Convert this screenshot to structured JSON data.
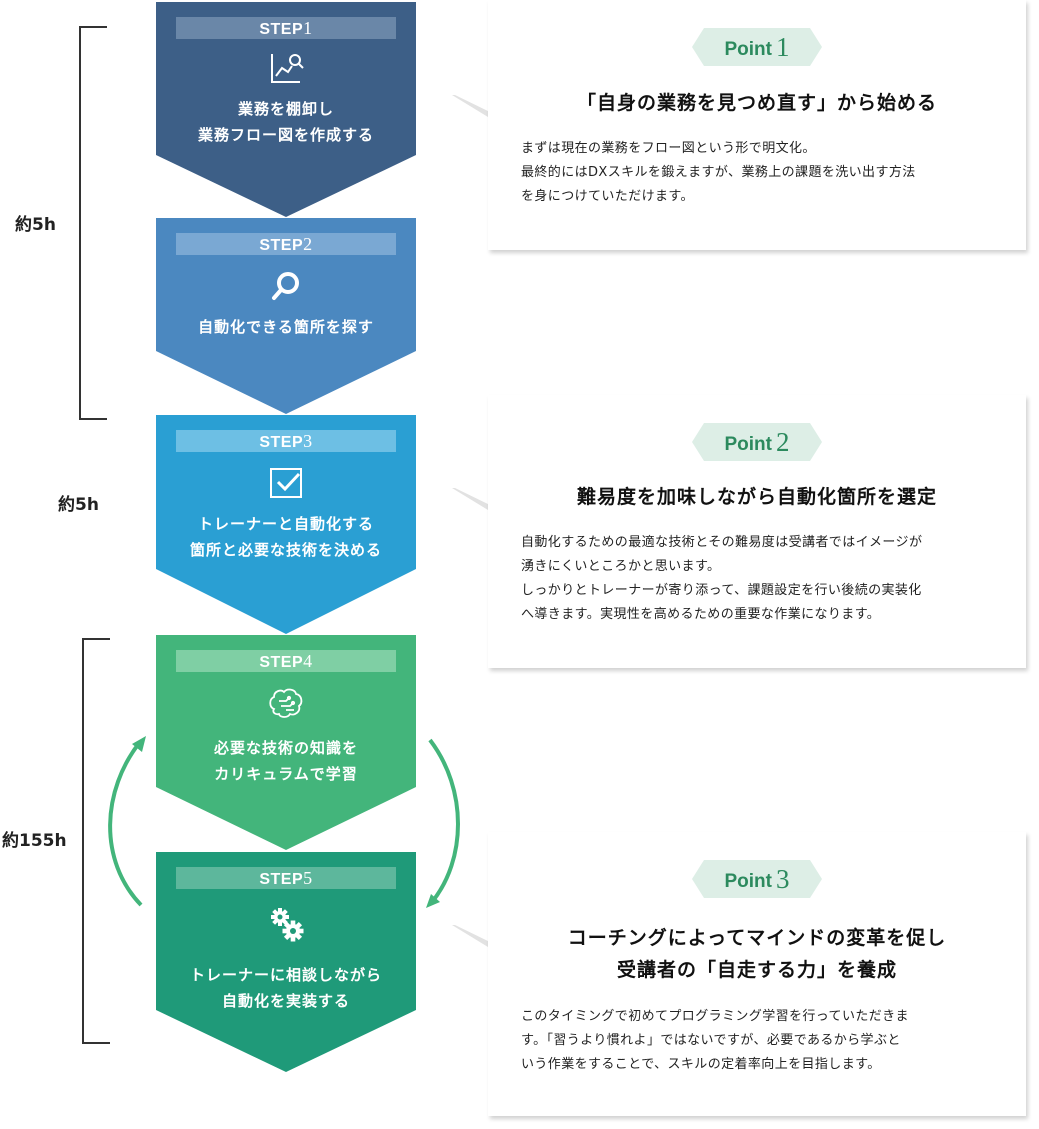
{
  "colors": {
    "step1": "#3d5f87",
    "step1_bar": "#6a87a8",
    "step2": "#4b88c0",
    "step2_bar": "#7aa8d3",
    "step3": "#2a9fd3",
    "step3_bar": "#6dbfe4",
    "step4": "#43b57b",
    "step4_bar": "#7fcfa4",
    "step5": "#1f9a79",
    "step5_bar": "#5db79c",
    "point_text": "#2c8a5e",
    "point_bg": "#ddeee6",
    "cycle_arrow": "#43b57b"
  },
  "durations": [
    {
      "label": "約5h"
    },
    {
      "label": "約5h"
    },
    {
      "label": "約155h"
    }
  ],
  "steps": [
    {
      "label": "STEP",
      "number": "1",
      "icon": "chart-search-icon",
      "lines": [
        "業務を棚卸し",
        "業務フロー図を作成する"
      ]
    },
    {
      "label": "STEP",
      "number": "2",
      "icon": "magnifier-icon",
      "lines": [
        "自動化できる箇所を探す"
      ]
    },
    {
      "label": "STEP",
      "number": "3",
      "icon": "checkbox-icon",
      "lines": [
        "トレーナーと自動化する",
        "箇所と必要な技術を決める"
      ]
    },
    {
      "label": "STEP",
      "number": "4",
      "icon": "brain-circuit-icon",
      "lines": [
        "必要な技術の知識を",
        "カリキュラムで学習"
      ]
    },
    {
      "label": "STEP",
      "number": "5",
      "icon": "gears-icon",
      "lines": [
        "トレーナーに相談しながら",
        "自動化を実装する"
      ]
    }
  ],
  "points": [
    {
      "label": "Point",
      "number": "1",
      "title": [
        "「自身の業務を見つめ直す」から始める"
      ],
      "body": [
        "まずは現在の業務をフロー図という形で明文化。",
        "最終的にはDXスキルを鍛えますが、業務上の課題を洗い出す方法",
        "を身につけていただけます。"
      ]
    },
    {
      "label": "Point",
      "number": "2",
      "title": [
        "難易度を加味しながら自動化箇所を選定"
      ],
      "body": [
        "自動化するための最適な技術とその難易度は受講者ではイメージが",
        "湧きにくいところかと思います。",
        "しっかりとトレーナーが寄り添って、課題設定を行い後続の実装化",
        "へ導きます。実現性を高めるための重要な作業になります。"
      ]
    },
    {
      "label": "Point",
      "number": "3",
      "title": [
        "コーチングによってマインドの変革を促し",
        "受講者の「自走する力」を養成"
      ],
      "body": [
        "このタイミングで初めてプログラミング学習を行っていただきま",
        "す。「習うより慣れよ」ではないですが、必要であるから学ぶと",
        "いう作業をすることで、スキルの定着率向上を目指します。"
      ]
    }
  ]
}
